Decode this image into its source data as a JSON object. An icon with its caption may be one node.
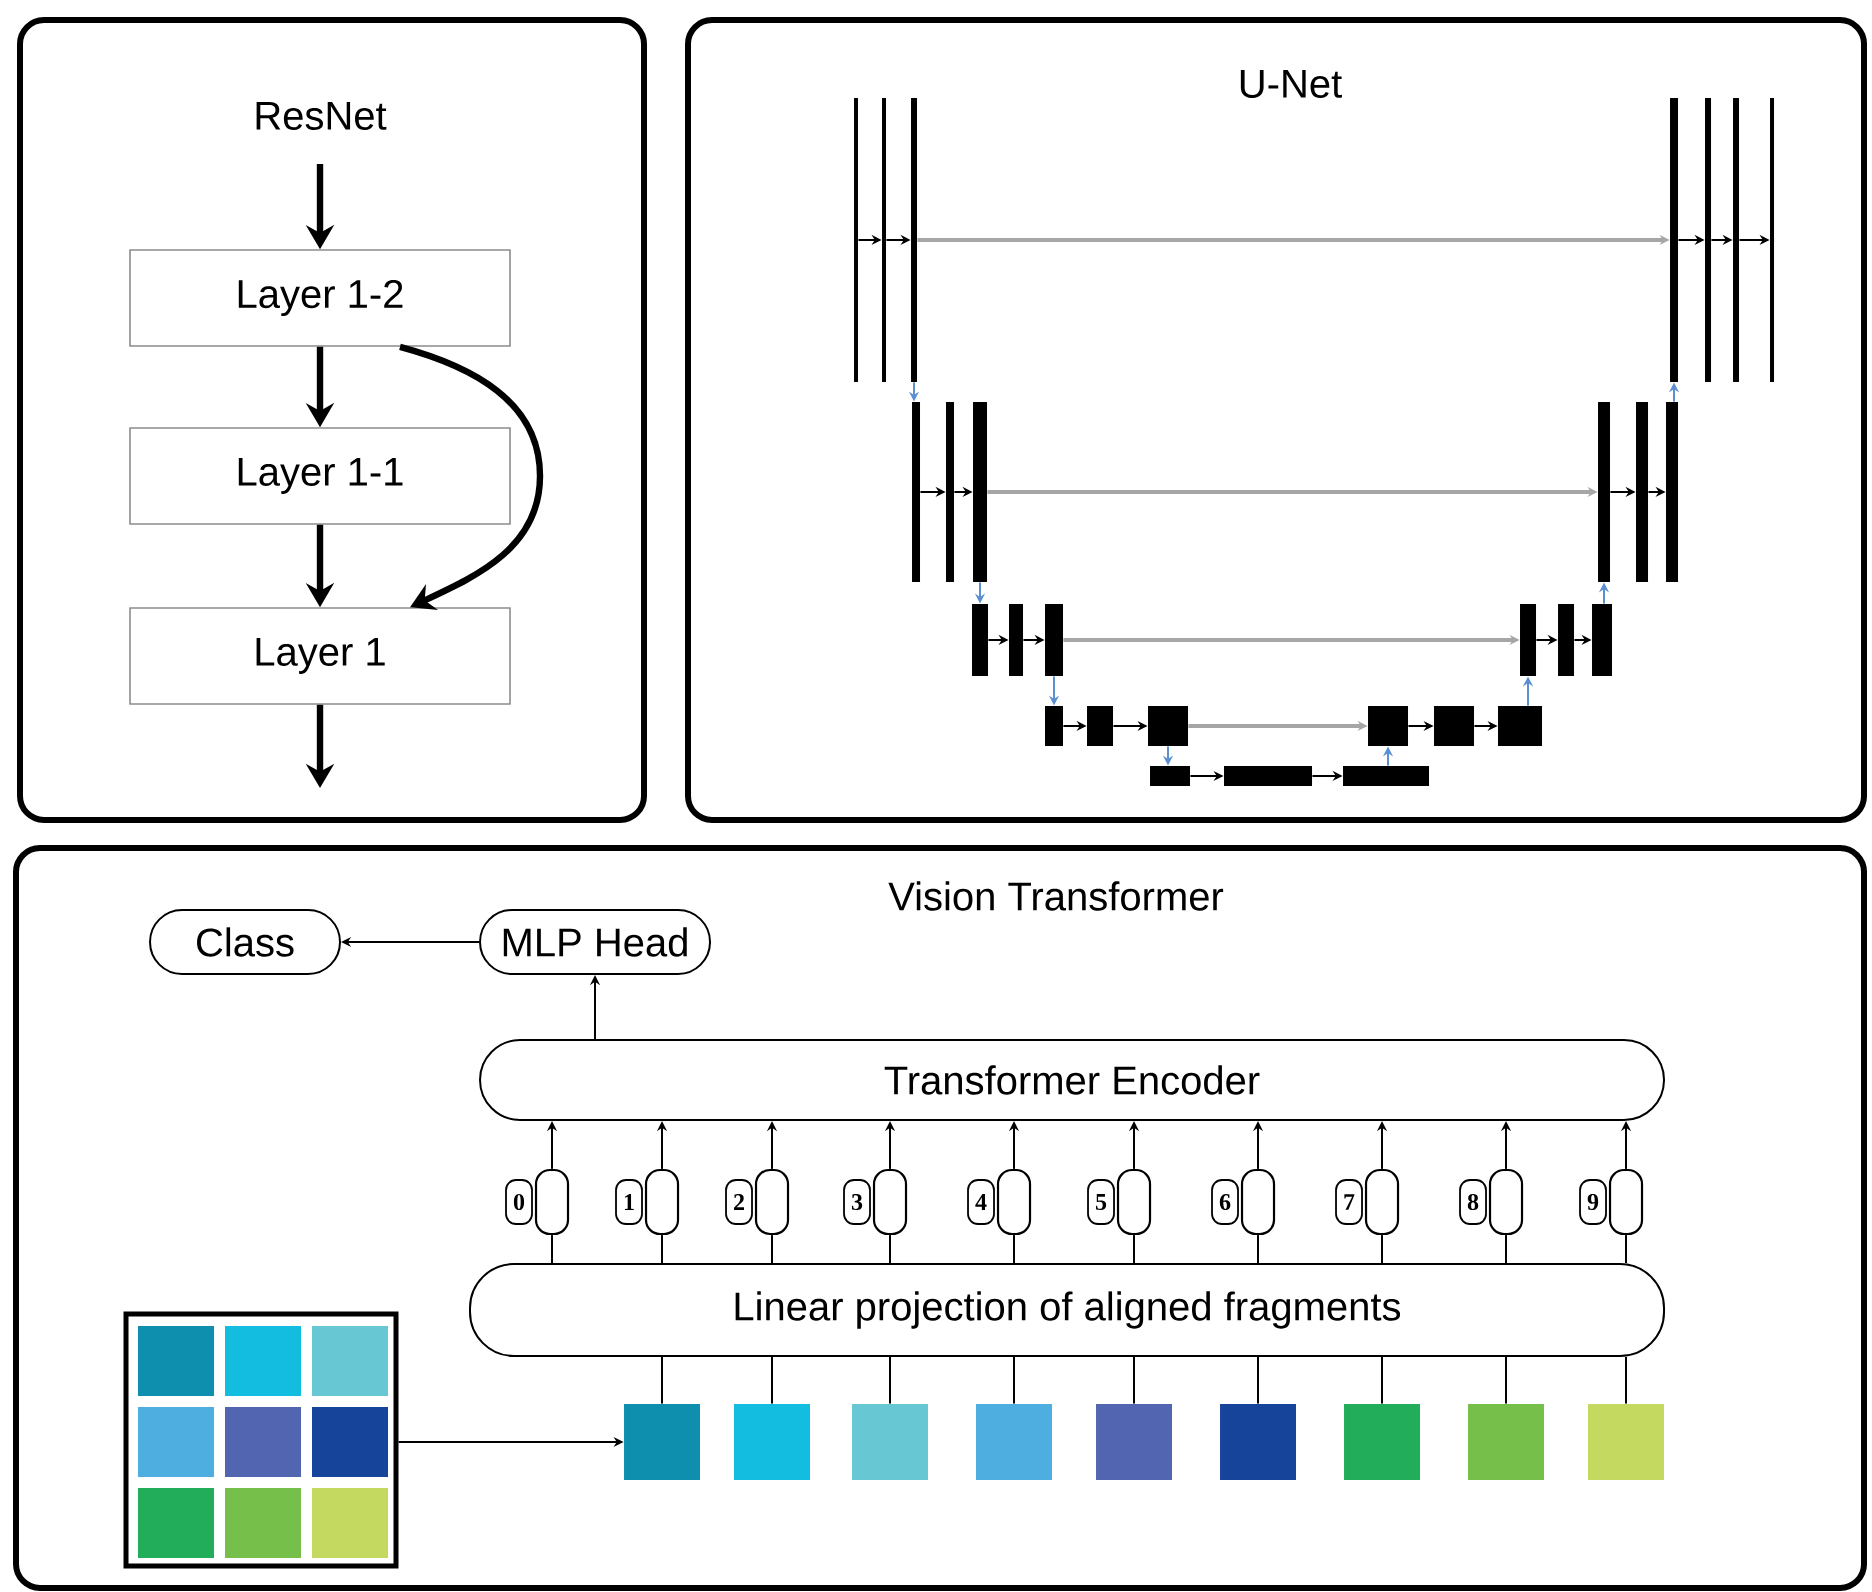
{
  "diagram": {
    "nodes": [
      {
        "text": [
          "ResNet"
        ]
      },
      {
        "text": [
          "U-Net"
        ]
      },
      {
        "text": [
          "Vision Transformer"
        ]
      },
      {
        "text": [
          "Layer 1-2"
        ],
        "in": 0
      },
      {
        "text": [
          "Layer 1-1"
        ],
        "in": 0
      },
      {
        "text": [
          "Layer 1"
        ],
        "in": 0
      },
      {
        "text": [],
        "shape": "bar",
        "in": 1
      },
      {
        "text": [],
        "shape": "bar",
        "in": 1
      },
      {
        "text": [],
        "shape": "bar",
        "in": 1
      },
      {
        "text": [],
        "shape": "bar",
        "in": 1
      },
      {
        "text": [],
        "shape": "bar",
        "in": 1
      },
      {
        "text": [],
        "shape": "bar",
        "in": 1
      },
      {
        "text": [],
        "shape": "bar",
        "in": 1
      },
      {
        "text": [],
        "shape": "bar",
        "in": 1
      },
      {
        "text": [],
        "shape": "bar",
        "in": 1
      },
      {
        "text": [],
        "shape": "bar",
        "in": 1
      },
      {
        "text": [],
        "shape": "bar",
        "in": 1
      },
      {
        "text": [],
        "shape": "bar",
        "in": 1
      },
      {
        "text": [],
        "shape": "bar",
        "in": 1
      },
      {
        "text": [],
        "shape": "bar",
        "in": 1
      },
      {
        "text": [],
        "shape": "bar",
        "in": 1
      },
      {
        "text": [],
        "shape": "bar",
        "in": 1
      },
      {
        "text": [],
        "shape": "bar",
        "in": 1
      },
      {
        "text": [],
        "shape": "bar",
        "in": 1
      },
      {
        "text": [],
        "shape": "bar",
        "in": 1
      },
      {
        "text": [],
        "shape": "bar",
        "in": 1
      },
      {
        "text": [],
        "shape": "bar",
        "in": 1
      },
      {
        "text": [],
        "shape": "bar",
        "in": 1
      },
      {
        "text": [],
        "shape": "bar",
        "in": 1
      },
      {
        "text": [],
        "shape": "bar",
        "in": 1
      },
      {
        "text": [],
        "shape": "bar",
        "in": 1
      },
      {
        "text": [],
        "shape": "bar",
        "in": 1
      },
      {
        "text": [],
        "shape": "bar",
        "in": 1
      },
      {
        "text": [],
        "shape": "bar",
        "in": 1
      },
      {
        "text": [
          "Class"
        ],
        "in": 2
      },
      {
        "text": [
          "MLP Head"
        ],
        "in": 2
      },
      {
        "text": [
          "Transformer Encoder"
        ],
        "in": 2
      },
      {
        "text": [
          "0"
        ],
        "in": 2
      },
      {
        "text": [],
        "shape": "oval",
        "in": 2
      },
      {
        "text": [
          "1"
        ],
        "in": 2
      },
      {
        "text": [],
        "shape": "oval",
        "in": 2
      },
      {
        "text": [
          "2"
        ],
        "in": 2
      },
      {
        "text": [],
        "shape": "oval",
        "in": 2
      },
      {
        "text": [
          "3"
        ],
        "in": 2
      },
      {
        "text": [],
        "shape": "oval",
        "in": 2
      },
      {
        "text": [
          "4"
        ],
        "in": 2
      },
      {
        "text": [],
        "shape": "oval",
        "in": 2
      },
      {
        "text": [
          "5"
        ],
        "in": 2
      },
      {
        "text": [],
        "shape": "oval",
        "in": 2
      },
      {
        "text": [
          "6"
        ],
        "in": 2
      },
      {
        "text": [],
        "shape": "oval",
        "in": 2
      },
      {
        "text": [
          "7"
        ],
        "in": 2
      },
      {
        "text": [],
        "shape": "oval",
        "in": 2
      },
      {
        "text": [
          "8"
        ],
        "in": 2
      },
      {
        "text": [],
        "shape": "oval",
        "in": 2
      },
      {
        "text": [
          "9"
        ],
        "in": 2
      },
      {
        "text": [],
        "shape": "oval",
        "in": 2
      },
      {
        "text": [
          "Linear projection of aligned fragments"
        ],
        "in": 2
      },
      {
        "text": [],
        "shape": "picture",
        "in": 2
      },
      {
        "text": [],
        "shape": "box",
        "in": 2
      },
      {
        "text": [],
        "shape": "box",
        "in": 2
      },
      {
        "text": [],
        "shape": "box",
        "in": 2
      },
      {
        "text": [],
        "shape": "box",
        "in": 2
      },
      {
        "text": [],
        "shape": "box",
        "in": 2
      },
      {
        "text": [],
        "shape": "box",
        "in": 2
      },
      {
        "text": [],
        "shape": "box",
        "in": 2
      },
      {
        "text": [],
        "shape": "box",
        "in": 2
      },
      {
        "text": [],
        "shape": "box",
        "in": 2
      }
    ],
    "edges": [
      {
        "from": null,
        "to": 3,
        "arrow": "to",
        "style": "thick"
      },
      {
        "from": 3,
        "to": 4,
        "arrow": "to",
        "style": "thick"
      },
      {
        "from": 4,
        "to": 5,
        "arrow": "to",
        "style": "thick"
      },
      {
        "from": 3,
        "to": 5,
        "arrow": "to",
        "style": "thick"
      },
      {
        "from": 5,
        "to": null,
        "arrow": "to",
        "style": "thick"
      },
      {
        "from": 6,
        "to": 7,
        "arrow": "to"
      },
      {
        "from": 7,
        "to": 8,
        "arrow": "to"
      },
      {
        "from": 8,
        "to": 9,
        "arrow": "to",
        "color": "#a6a6a6"
      },
      {
        "from": 9,
        "to": 10,
        "arrow": "to"
      },
      {
        "from": 10,
        "to": 11,
        "arrow": "to"
      },
      {
        "from": 11,
        "to": 12,
        "arrow": "to"
      },
      {
        "from": 8,
        "to": 13,
        "arrow": "to",
        "color": "#5b8fd0"
      },
      {
        "from": 13,
        "to": 14,
        "arrow": "to"
      },
      {
        "from": 14,
        "to": 15,
        "arrow": "to"
      },
      {
        "from": 15,
        "to": 16,
        "arrow": "to",
        "color": "#a6a6a6"
      },
      {
        "from": 16,
        "to": 17,
        "arrow": "to"
      },
      {
        "from": 17,
        "to": 18,
        "arrow": "to"
      },
      {
        "from": 18,
        "to": 9,
        "arrow": "to",
        "color": "#5b8fd0"
      },
      {
        "from": 15,
        "to": 19,
        "arrow": "to",
        "color": "#5b8fd0"
      },
      {
        "from": 19,
        "to": 20,
        "arrow": "to"
      },
      {
        "from": 20,
        "to": 21,
        "arrow": "to"
      },
      {
        "from": 21,
        "to": 22,
        "arrow": "to",
        "color": "#a6a6a6"
      },
      {
        "from": 22,
        "to": 23,
        "arrow": "to"
      },
      {
        "from": 23,
        "to": 24,
        "arrow": "to"
      },
      {
        "from": 24,
        "to": 16,
        "arrow": "to",
        "color": "#5b8fd0"
      },
      {
        "from": 21,
        "to": 25,
        "arrow": "to",
        "color": "#5b8fd0"
      },
      {
        "from": 25,
        "to": 26,
        "arrow": "to"
      },
      {
        "from": 26,
        "to": 27,
        "arrow": "to"
      },
      {
        "from": 27,
        "to": 28,
        "arrow": "to",
        "color": "#a6a6a6"
      },
      {
        "from": 28,
        "to": 29,
        "arrow": "to"
      },
      {
        "from": 29,
        "to": 30,
        "arrow": "to"
      },
      {
        "from": 30,
        "to": 22,
        "arrow": "to",
        "color": "#5b8fd0"
      },
      {
        "from": 27,
        "to": 31,
        "arrow": "to",
        "color": "#5b8fd0"
      },
      {
        "from": 31,
        "to": 32,
        "arrow": "to"
      },
      {
        "from": 32,
        "to": 33,
        "arrow": "to"
      },
      {
        "from": 33,
        "to": 28,
        "arrow": "to",
        "color": "#5b8fd0"
      },
      {
        "from": 35,
        "to": 34,
        "arrow": "to"
      },
      {
        "from": 36,
        "to": 35,
        "arrow": "to"
      },
      {
        "from": 57,
        "to": 38,
        "arrow": "none"
      },
      {
        "from": 38,
        "to": 36,
        "arrow": "to"
      },
      {
        "from": 57,
        "to": 40,
        "arrow": "none"
      },
      {
        "from": 40,
        "to": 36,
        "arrow": "to"
      },
      {
        "from": 57,
        "to": 42,
        "arrow": "none"
      },
      {
        "from": 42,
        "to": 36,
        "arrow": "to"
      },
      {
        "from": 57,
        "to": 44,
        "arrow": "none"
      },
      {
        "from": 44,
        "to": 36,
        "arrow": "to"
      },
      {
        "from": 57,
        "to": 46,
        "arrow": "none"
      },
      {
        "from": 46,
        "to": 36,
        "arrow": "to"
      },
      {
        "from": 57,
        "to": 48,
        "arrow": "none"
      },
      {
        "from": 48,
        "to": 36,
        "arrow": "to"
      },
      {
        "from": 57,
        "to": 50,
        "arrow": "none"
      },
      {
        "from": 50,
        "to": 36,
        "arrow": "to"
      },
      {
        "from": 57,
        "to": 52,
        "arrow": "none"
      },
      {
        "from": 52,
        "to": 36,
        "arrow": "to"
      },
      {
        "from": 57,
        "to": 54,
        "arrow": "none"
      },
      {
        "from": 54,
        "to": 36,
        "arrow": "to"
      },
      {
        "from": 57,
        "to": 56,
        "arrow": "none"
      },
      {
        "from": 56,
        "to": 36,
        "arrow": "to"
      },
      {
        "from": 59,
        "to": 57,
        "arrow": "none"
      },
      {
        "from": 60,
        "to": 57,
        "arrow": "none"
      },
      {
        "from": 61,
        "to": 57,
        "arrow": "none"
      },
      {
        "from": 62,
        "to": 57,
        "arrow": "none"
      },
      {
        "from": 63,
        "to": 57,
        "arrow": "none"
      },
      {
        "from": 64,
        "to": 57,
        "arrow": "none"
      },
      {
        "from": 65,
        "to": 57,
        "arrow": "none"
      },
      {
        "from": 66,
        "to": 57,
        "arrow": "none"
      },
      {
        "from": 67,
        "to": 57,
        "arrow": "none"
      },
      {
        "from": 58,
        "to": 59,
        "arrow": "to"
      }
    ]
  }
}
